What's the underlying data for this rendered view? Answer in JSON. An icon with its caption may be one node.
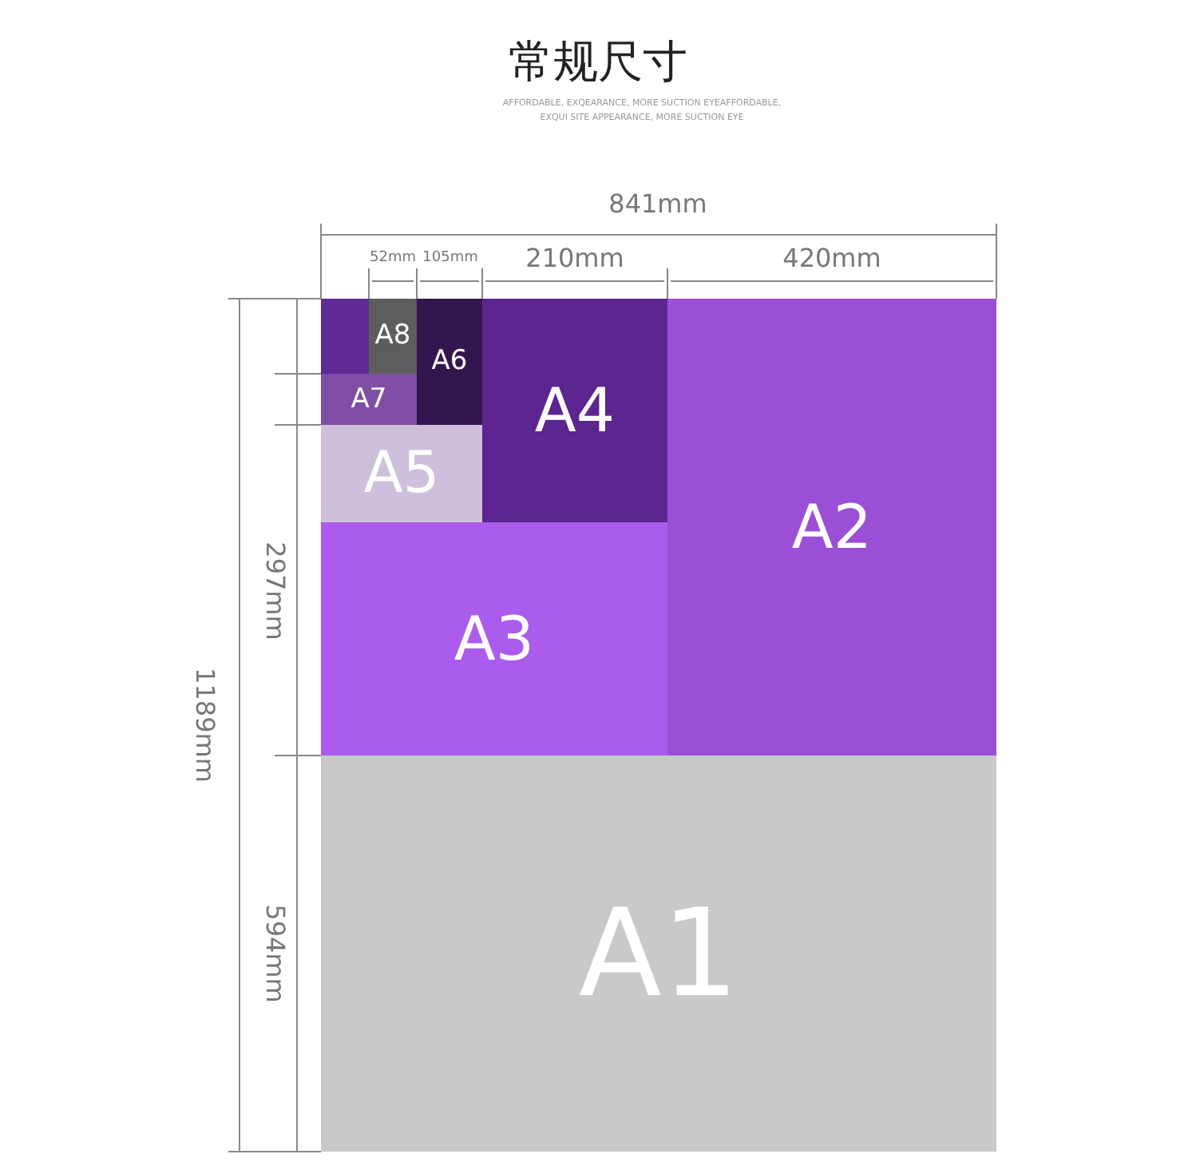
{
  "diagram": {
    "title": "常规尺寸",
    "caption": "AFFORDABLE, EXQEARANCE, MORE SUCTION EYEAFFORDABLE, EXQUI SITE APPEARANCE, MORE SUCTION EYE",
    "nodes": [
      {
        "text": [],
        "shape": "box"
      },
      {
        "text": [
          "A8"
        ]
      },
      {
        "text": [
          "A6"
        ]
      },
      {
        "text": [
          "A4"
        ]
      },
      {
        "text": [
          "A2"
        ]
      },
      {
        "text": [
          "A7"
        ]
      },
      {
        "text": [
          "A5"
        ]
      },
      {
        "text": [
          "A3"
        ]
      },
      {
        "text": [
          "A1"
        ]
      }
    ],
    "labels": [
      "841mm",
      "52mm",
      "105mm",
      "210mm",
      "420mm",
      "297mm",
      "1189mm",
      "594mm"
    ]
  }
}
